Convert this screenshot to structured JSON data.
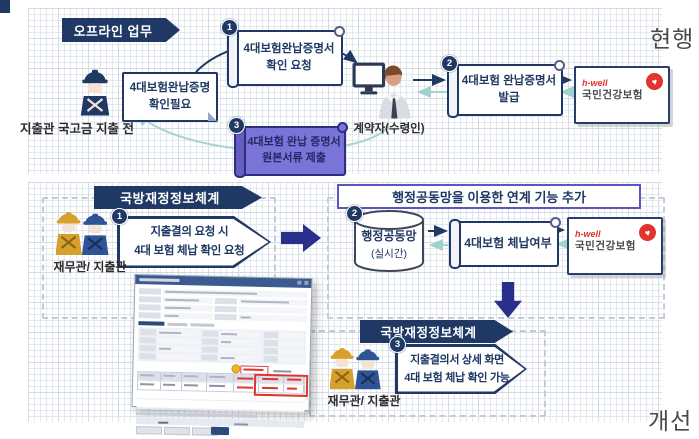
{
  "stage": {
    "current": "현행",
    "improved": "개선"
  },
  "top": {
    "banner": "오프라인 업무",
    "spender_caption": "지출관 국고금 지출 전",
    "note_line1": "4대보험완납증명",
    "note_line2": "확인필요",
    "step1_num": "1",
    "step1_line1": "4대보험완납증명서",
    "step1_line2": "확인 요청",
    "contractor_caption": "계약자(수령인)",
    "step2_num": "2",
    "step2_line1": "4대보험 완납증명서",
    "step2_line2": "발급",
    "step3_num": "3",
    "step3_line1": "4대보험 완납 증명서",
    "step3_line2": "원본서류 제출",
    "hwell_brand": "h-well",
    "hwell_name": "국민건강보험"
  },
  "middle": {
    "banner": "국방재정정보체계",
    "officers_caption": "재무관/ 지출관",
    "step1_num": "1",
    "step1_line1": "지출결의 요청 시",
    "step1_line2": "4대 보험 체납 확인 요청",
    "link_title": "행정공동망을 이용한 연계 기능 추가",
    "step2_num": "2",
    "db_name": "행정공동망",
    "db_sub": "(실시간)",
    "check_label": "4대보험 체납여부",
    "hwell_brand": "h-well",
    "hwell_name": "국민건강보험"
  },
  "bottom": {
    "banner": "국방재정정보체계",
    "officers_caption": "재무관/ 지출관",
    "step3_num": "3",
    "step3_line1": "지출결의서 상세 화면",
    "step3_line2": "4대 보험 체납 확인 가능"
  },
  "colors": {
    "navy": "#1f3864",
    "purple": "#7b74d8",
    "teal": "#9fd2cc",
    "red": "#e0342f",
    "arrow_blue": "#2b2f8c"
  }
}
